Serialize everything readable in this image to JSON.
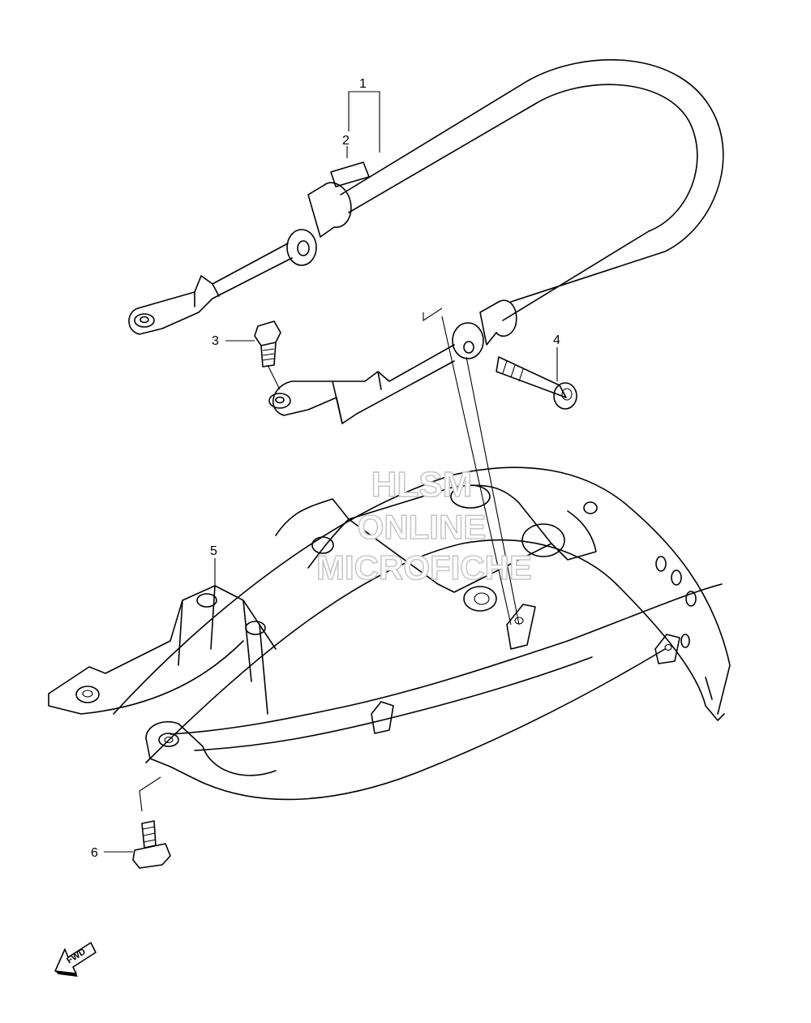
{
  "callouts": [
    {
      "id": "1",
      "label": "1"
    },
    {
      "id": "2",
      "label": "2"
    },
    {
      "id": "3",
      "label": "3"
    },
    {
      "id": "4",
      "label": "4"
    },
    {
      "id": "5",
      "label": "5"
    },
    {
      "id": "6",
      "label": "6"
    }
  ],
  "watermark": {
    "line1": "HLSM",
    "line2": "ONLINE",
    "line3": "MICROFICHE"
  },
  "direction_marker": {
    "label": "FWD"
  }
}
